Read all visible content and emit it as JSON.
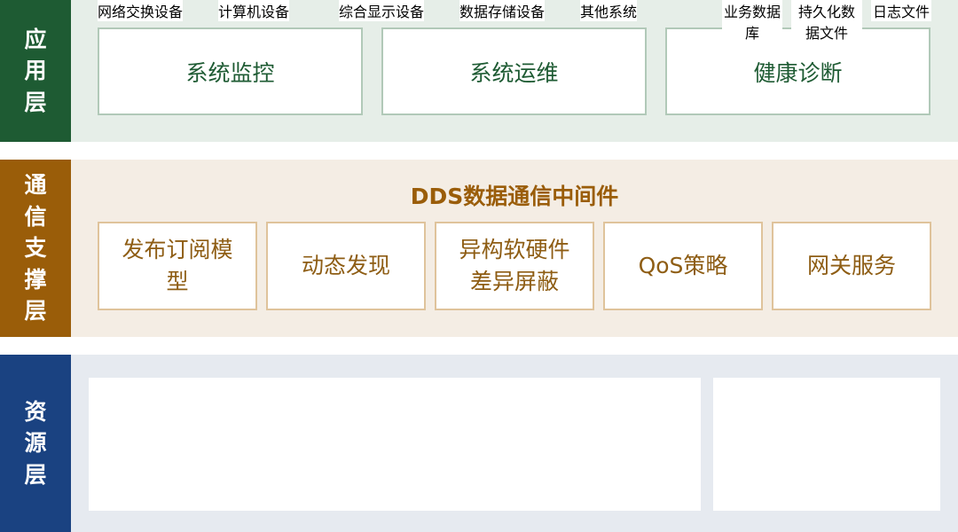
{
  "colors": {
    "app_dark": "#1e5b33",
    "app_light": "#e6eee8",
    "app_border": "#b1c9b8",
    "app_text": "#1e5b33",
    "comm_dark": "#9a5d09",
    "comm_light": "#f4ede4",
    "comm_border": "#dfc39b",
    "comm_text": "#8e5d14",
    "res_dark": "#1a4281",
    "res_light": "#e6eaf0",
    "res_border": "#5a72a0",
    "res_text": "#1a3f78",
    "res_data_border": "#a9c4e4",
    "res_data_text": "#3b7cc7"
  },
  "layers": {
    "application": {
      "label": "应用层",
      "boxes": [
        "系统监控",
        "系统运维",
        "健康诊断"
      ]
    },
    "communication": {
      "label": "通信支撑层",
      "title": "DDS数据通信中间件",
      "boxes": [
        "发布订阅模型",
        "动态发现",
        "异构软硬件差异屏蔽",
        "QoS策略",
        "网关服务"
      ]
    },
    "resource": {
      "label": "资源层",
      "devices": [
        "网络交换设备",
        "计算机设备",
        "综合显示设备",
        "数据存储设备",
        "其他系统"
      ],
      "data": [
        "业务数据库",
        "持久化数据文件",
        "日志文件"
      ]
    }
  }
}
